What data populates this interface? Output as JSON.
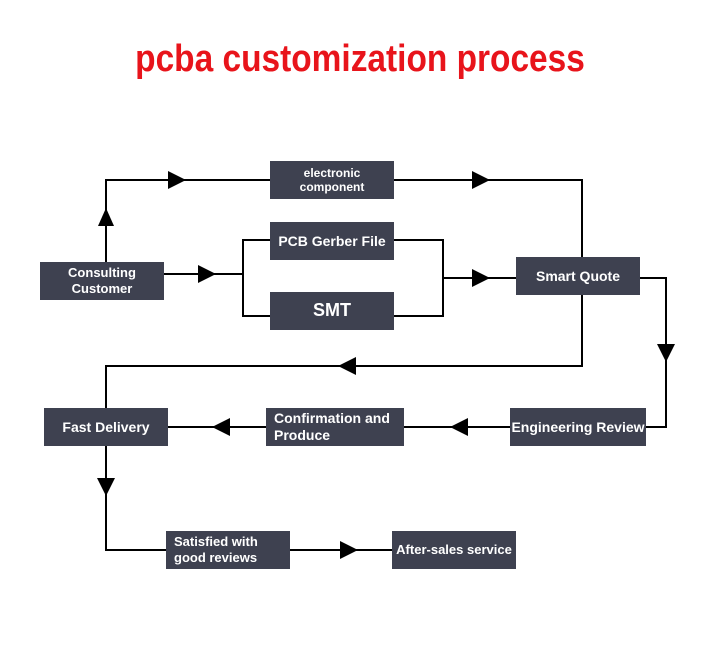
{
  "title": "pcba customization process",
  "nodes": {
    "electronic_component": "electronic component",
    "pcb_gerber_file": "PCB Gerber File",
    "smt": "SMT",
    "consulting_customer": "Consulting Customer",
    "smart_quote": "Smart Quote",
    "engineering_review": "Engineering Review",
    "confirmation_produce_line1": "Confirmation and",
    "confirmation_produce_line2": "Produce",
    "fast_delivery": "Fast Delivery",
    "satisfied_line1": "Satisfied with",
    "satisfied_line2": "good reviews",
    "after_sales": "After-sales service"
  },
  "colors": {
    "title": "#e8141b",
    "node_fill": "#3e4150",
    "node_text": "#ffffff",
    "connector": "#000000"
  }
}
